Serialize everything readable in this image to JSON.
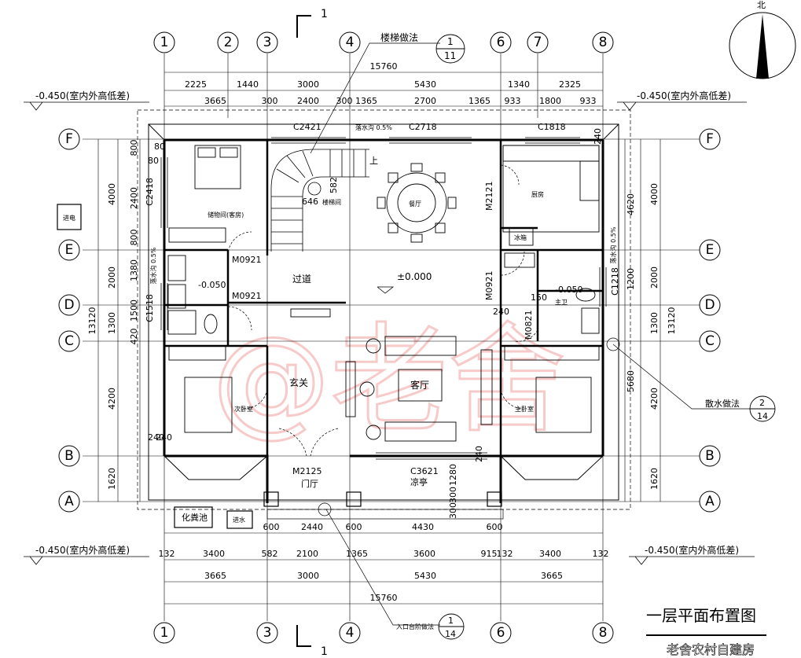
{
  "title": "一层平面布置图",
  "footer_brand": "老舍农村自建房",
  "north_label": "北",
  "section_label": "1",
  "watermark": "@老舍",
  "axes_top": [
    "1",
    "2",
    "3",
    "4",
    "6",
    "7",
    "8"
  ],
  "axes_bottom": [
    "1",
    "3",
    "4",
    "6",
    "8"
  ],
  "axes_side": [
    "F",
    "E",
    "D",
    "C",
    "B",
    "A"
  ],
  "level_note": "-0.450(室内外高低差)",
  "stair_note": {
    "label": "楼梯做法",
    "num": "1",
    "den": "11"
  },
  "drain_note": {
    "label": "散水做法",
    "num": "2",
    "den": "14"
  },
  "entry_note": {
    "label": "入口台阶做法",
    "num": "1",
    "den": "14"
  },
  "dims_top": {
    "total": "15760",
    "row1": [
      "2225",
      "1440",
      "3000",
      "5430",
      "1340",
      "2325"
    ],
    "row2": [
      "3665",
      "300",
      "2400",
      "300",
      "1365",
      "2700",
      "1365",
      "933",
      "1800",
      "933"
    ]
  },
  "dims_bottom": {
    "row1": [
      "600",
      "2440",
      "600",
      "4430",
      "600"
    ],
    "row2": [
      "132",
      "3400",
      "582",
      "2100",
      "1365",
      "3600",
      "915",
      "132",
      "3400",
      "132"
    ],
    "row3": [
      "3665",
      "3000",
      "5430",
      "3665"
    ],
    "total": "15760"
  },
  "dims_left": {
    "outer": [
      "4000",
      "2000",
      "1300",
      "4200",
      "1620"
    ],
    "inner": [
      "800",
      "2400",
      "800",
      "1380",
      "1500",
      "420"
    ],
    "total": "13120",
    "small": [
      "80",
      "80",
      "240"
    ]
  },
  "dims_right": {
    "outer": [
      "4000",
      "2000",
      "1300",
      "4200",
      "1620"
    ],
    "total": "13120",
    "inner": [
      "4620",
      "1200",
      "5680"
    ]
  },
  "windows": [
    "C2421",
    "C2718",
    "C1818",
    "C2418",
    "C1518",
    "C1218",
    "C3621"
  ],
  "doors": [
    "M0921",
    "M0921",
    "M2121",
    "M0921",
    "M0821",
    "M2125"
  ],
  "rooms": {
    "storage": "储物间(客房)",
    "stair": "楼梯间",
    "dining": "餐厅",
    "kitchen": "厨房",
    "hall": "过道",
    "foyer": "玄关",
    "living": "客厅",
    "bed2": "次卧室",
    "master": "主卧室",
    "gate": "门厅",
    "pavilion": "凉亭",
    "bath": "主卫",
    "septic": "化粪池",
    "water_in": "进水",
    "power_in": "进电",
    "fridge": "冰箱"
  },
  "levels": {
    "main": "±0.000",
    "wet_left": "-0.050",
    "wet_right": "-0.050"
  },
  "slope": "落水沟 0.5%",
  "misc": [
    "582",
    "646",
    "150",
    "240",
    "240",
    "240",
    "240",
    "1280",
    "300",
    "300",
    "上"
  ]
}
